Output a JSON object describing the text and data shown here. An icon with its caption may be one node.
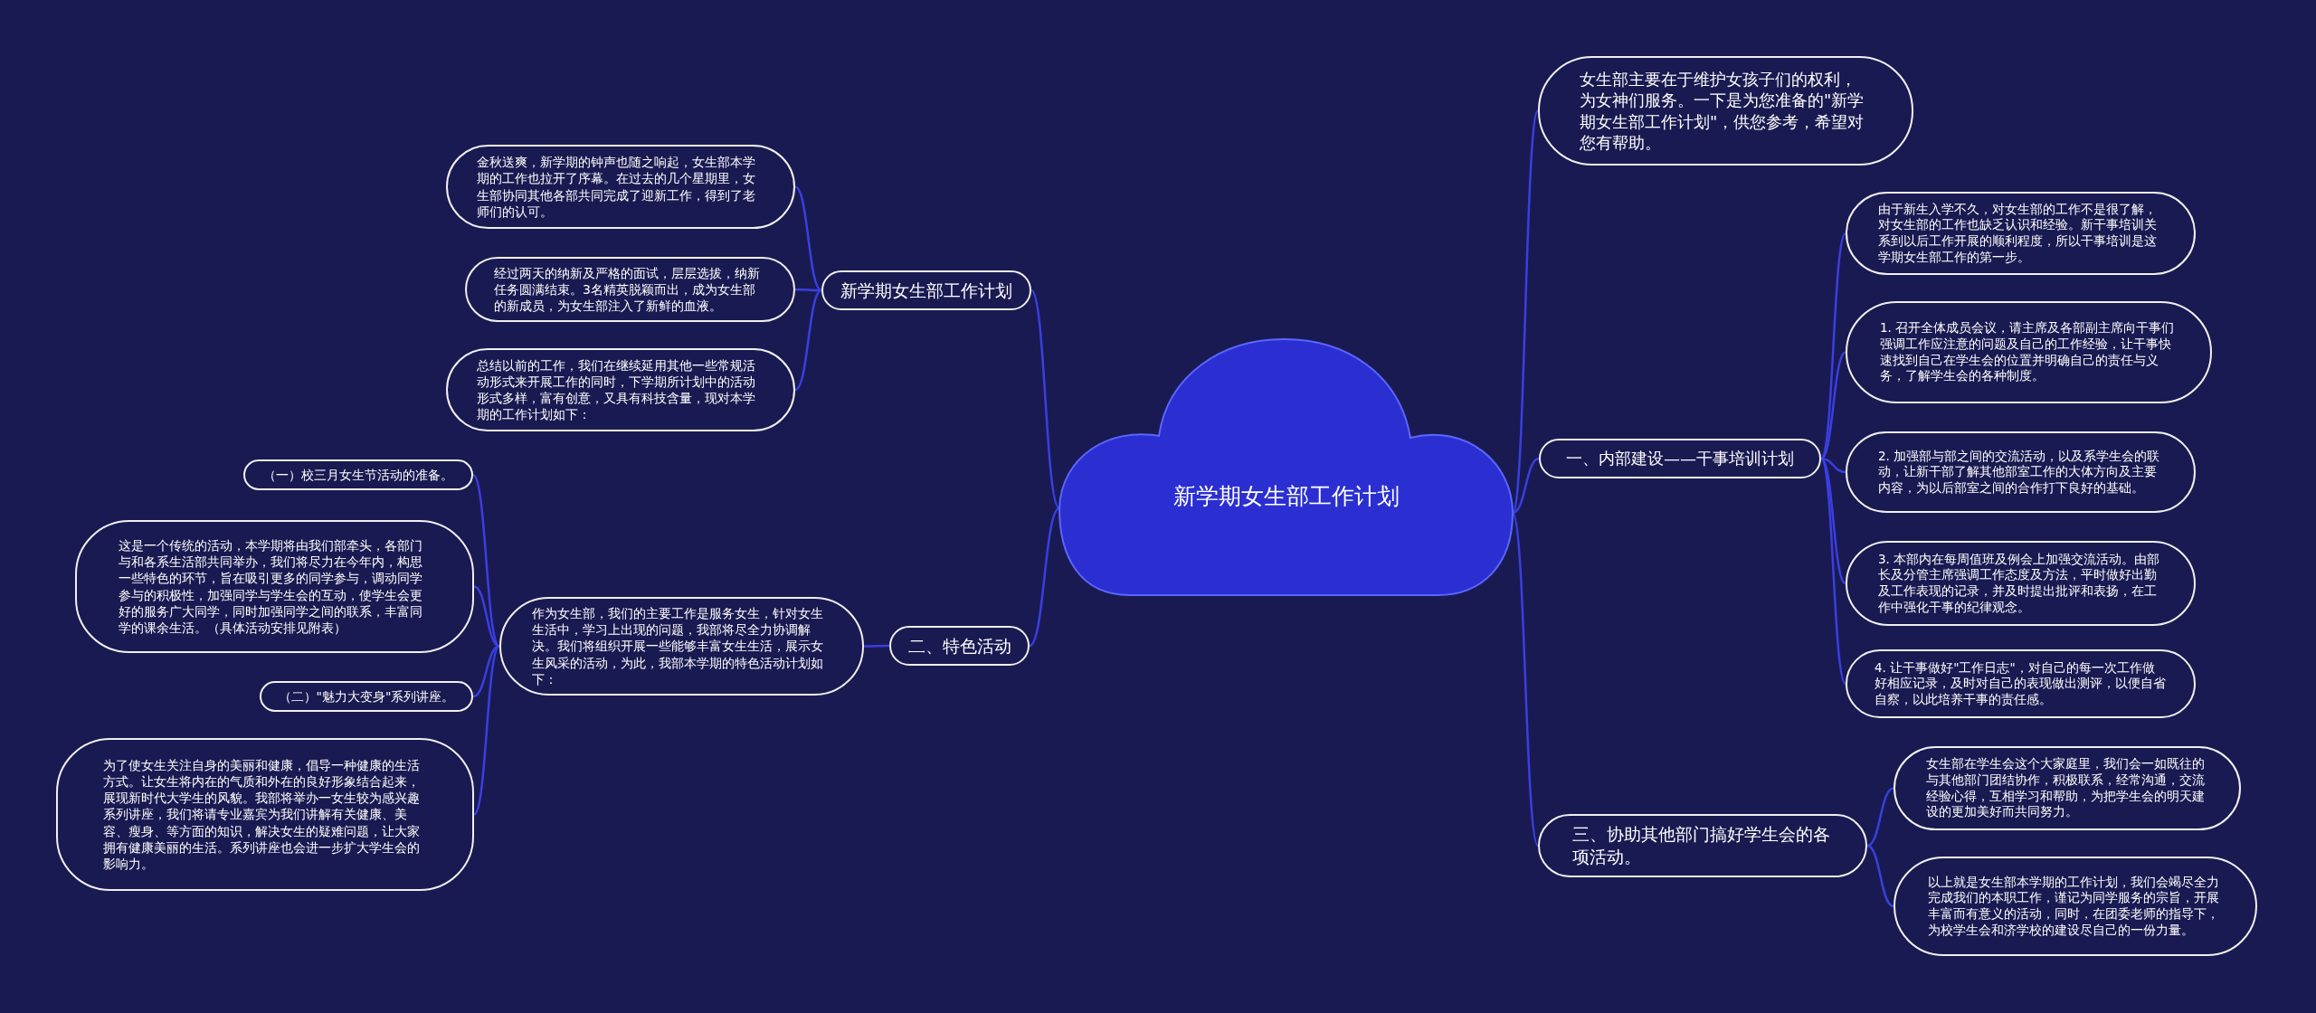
{
  "diagram": {
    "nodes": [
      {
        "text": [
          "新学期女生部工作计划"
        ]
      },
      {
        "text": [
          "新学期女生部工作计划"
        ]
      },
      {
        "text": [
          "金秋送爽，新学期的钟声也随之响起，女生部本学期的工作也拉开了序幕。在过去的几个星期里，女生部协同其他各部共同完成了迎新工作，得到了老师们的认可。"
        ]
      },
      {
        "text": [
          "经过两天的纳新及严格的面试，层层选拔，纳新任务圆满结束。3名精英脱颖而出，成为女生部的新成员，为女生部注入了新鲜的血液。"
        ]
      },
      {
        "text": [
          "总结以前的工作，我们在继续延用其他一些常规活动形式来开展工作的同时，下学期所计划中的活动形式多样，富有创意，又具有科技含量，现对本学期的工作计划如下："
        ]
      },
      {
        "text": [
          "二、特色活动"
        ]
      },
      {
        "text": [
          "作为女生部，我们的主要工作是服务女生，针对女生生活中，学习上出现的问题，我部将尽全力协调解决。我们将组织开展一些能够丰富女生生活，展示女生风采的活动，为此，我部本学期的特色活动计划如下："
        ]
      },
      {
        "text": [
          "（一）校三月女生节活动的准备。"
        ]
      },
      {
        "text": [
          "这是一个传统的活动，本学期将由我们部牵头，各部门与和各系生活部共同举办，我们将尽力在今年内，构思一些特色的环节，旨在吸引更多的同学参与，调动同学参与的积极性，加强同学与学生会的互动，使学生会更好的服务广大同学，同时加强同学之间的联系，丰富同学的课余生活。（具体活动安排见附表）"
        ]
      },
      {
        "text": [
          "（二）\"魅力大变身\"系列讲座。"
        ]
      },
      {
        "text": [
          "为了使女生关注自身的美丽和健康，倡导一种健康的生活方式。让女生将内在的气质和外在的良好形象结合起来，展现新时代大学生的风貌。我部将举办一女生较为感兴趣系列讲座，我们将请专业嘉宾为我们讲解有关健康、美容、瘦身、等方面的知识，解决女生的疑难问题，让大家拥有健康美丽的生活。系列讲座也会进一步扩大学生会的影响力。"
        ]
      },
      {
        "text": [
          "女生部主要在于维护女孩子们的权利，为女神们服务。一下是为您准备的\"新学期女生部工作计划\"，供您参考，希望对您有帮助。"
        ]
      },
      {
        "text": [
          "一、内部建设——干事培训计划"
        ]
      },
      {
        "text": [
          "由于新生入学不久，对女生部的工作不是很了解，对女生部的工作也缺乏认识和经验。新干事培训关系到以后工作开展的顺利程度，所以干事培训是这学期女生部工作的第一步。"
        ]
      },
      {
        "text": [
          "1. 召开全体成员会议，请主席及各部副主席向干事们强调工作应注意的问题及自己的工作经验，让干事快速找到自己在学生会的位置并明确自己的责任与义务，了解学生会的各种制度。"
        ]
      },
      {
        "text": [
          "2. 加强部与部之间的交流活动，以及系学生会的联动，让新干部了解其他部室工作的大体方向及主要内容，为以后部室之间的合作打下良好的基础。"
        ]
      },
      {
        "text": [
          "3. 本部内在每周值班及例会上加强交流活动。由部长及分管主席强调工作态度及方法，平时做好出勤及工作表现的记录，并及时提出批评和表扬，在工作中强化干事的纪律观念。"
        ]
      },
      {
        "text": [
          "4. 让干事做好\"工作日志\"，对自己的每一次工作做好相应记录，及时对自己的表现做出测评，以便自省自察，以此培养干事的责任感。"
        ]
      },
      {
        "text": [
          "三、协助其他部门搞好学生会的各项活动。"
        ]
      },
      {
        "text": [
          "女生部在学生会这个大家庭里，我们会一如既往的与其他部门团结协作，积极联系，经常沟通，交流经验心得，互相学习和帮助，为把学生会的明天建设的更加美好而共同努力。"
        ]
      },
      {
        "text": [
          "以上就是女生部本学期的工作计划，我们会竭尽全力完成我们的本职工作，谨记为同学服务的宗旨，开展丰富而有意义的活动，同时，在团委老师的指导下，为校学生会和济学校的建设尽自己的一份力量。"
        ]
      }
    ],
    "edges": [
      {
        "from": 0,
        "to": 1,
        "arrow": "none"
      },
      {
        "from": 1,
        "to": 2,
        "arrow": "none"
      },
      {
        "from": 1,
        "to": 3,
        "arrow": "none"
      },
      {
        "from": 1,
        "to": 4,
        "arrow": "none"
      },
      {
        "from": 0,
        "to": 5,
        "arrow": "none"
      },
      {
        "from": 5,
        "to": 6,
        "arrow": "none"
      },
      {
        "from": 6,
        "to": 7,
        "arrow": "none"
      },
      {
        "from": 6,
        "to": 8,
        "arrow": "none"
      },
      {
        "from": 6,
        "to": 9,
        "arrow": "none"
      },
      {
        "from": 6,
        "to": 10,
        "arrow": "none"
      },
      {
        "from": 0,
        "to": 11,
        "arrow": "none"
      },
      {
        "from": 0,
        "to": 12,
        "arrow": "none"
      },
      {
        "from": 12,
        "to": 13,
        "arrow": "none"
      },
      {
        "from": 12,
        "to": 14,
        "arrow": "none"
      },
      {
        "from": 12,
        "to": 15,
        "arrow": "none"
      },
      {
        "from": 12,
        "to": 16,
        "arrow": "none"
      },
      {
        "from": 12,
        "to": 17,
        "arrow": "none"
      },
      {
        "from": 0,
        "to": 18,
        "arrow": "none"
      },
      {
        "from": 18,
        "to": 19,
        "arrow": "none"
      },
      {
        "from": 18,
        "to": 20,
        "arrow": "none"
      }
    ]
  }
}
